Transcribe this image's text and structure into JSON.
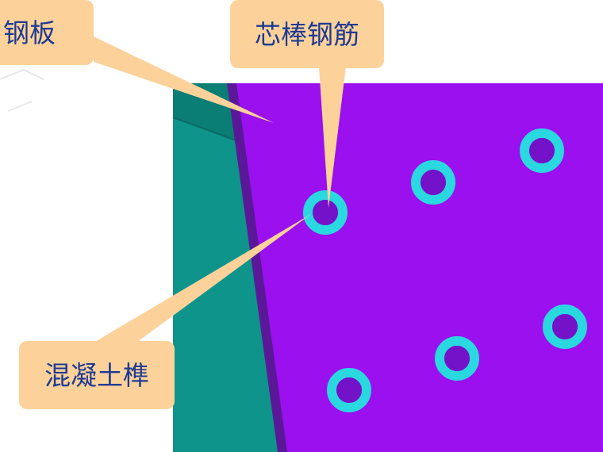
{
  "labels": {
    "steel_plate": "钢板",
    "core_rebar": "芯棒钢筋",
    "concrete_tenon": "混凝土榫"
  },
  "colors": {
    "plate": "#9a10ee",
    "plate_edge": "#5a1899",
    "concrete": "#0f948b",
    "ring": "#2ad8e0",
    "ring_hole": "#7412c9",
    "callout": "#fcd29a",
    "text": "#1f3a93"
  }
}
